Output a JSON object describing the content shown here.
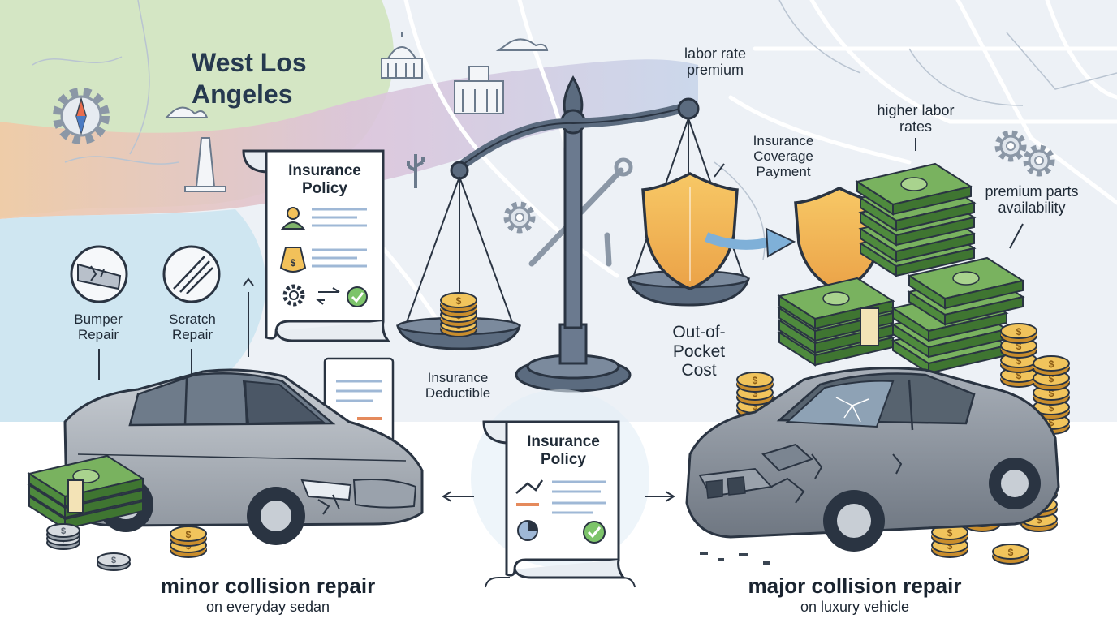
{
  "map": {
    "city_name": "West Los Angeles"
  },
  "damage_types": [
    {
      "label": "Bumper Repair",
      "icon": "cracked-bumper-icon"
    },
    {
      "label": "Scratch Repair",
      "icon": "scratch-icon"
    }
  ],
  "top_document": {
    "title": "Insurance Policy"
  },
  "bottom_document": {
    "title": "Insurance Policy"
  },
  "scale": {
    "left_pan_label": "Insurance Deductible",
    "right_pan_label": "Out-of-Pocket Cost",
    "coverage_label": "Insurance Coverage Payment"
  },
  "callouts": {
    "labor_rate_premium": "labor rate premium",
    "higher_labor_rates": "higher labor rates",
    "premium_parts": "premium parts availability"
  },
  "minor_repair": {
    "title": "minor collision repair",
    "subtitle": "on everyday sedan"
  },
  "major_repair": {
    "title": "major collision repair",
    "subtitle": "on luxury vehicle"
  },
  "colors": {
    "map_green": "#d4e6c4",
    "map_water": "#cfe6f1",
    "cash_green": "#5f9a4c",
    "coin_gold": "#e7b24a",
    "shield_orange": "#f2b552",
    "steel": "#5b6b7f",
    "car_gray": "#b9bec5"
  }
}
